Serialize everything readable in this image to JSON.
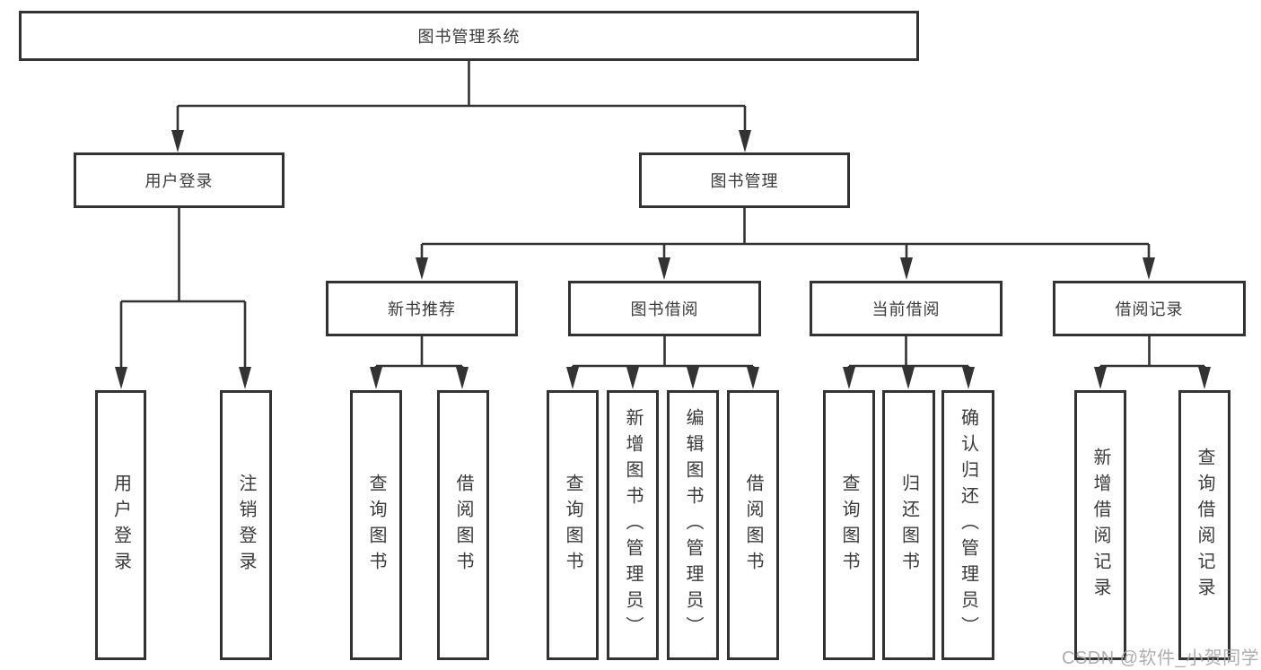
{
  "diagram_title": "图书管理系统",
  "nodes": {
    "root": "图书管理系统",
    "user_login": "用户登录",
    "book_management": "图书管理",
    "new_book_recommend": "新书推荐",
    "book_borrowing": "图书借阅",
    "current_borrowing": "当前借阅",
    "borrowing_records": "借阅记录",
    "leaf_user_login": "用户登录",
    "leaf_logout": "注销登录",
    "leaf_rec_query_books": "查询图书",
    "leaf_rec_borrow_books": "借阅图书",
    "leaf_bor_query_books": "查询图书",
    "leaf_bor_add_books": "新增图书（管理员）",
    "leaf_bor_edit_books": "编辑图书（管理员）",
    "leaf_bor_borrow_books": "借阅图书",
    "leaf_cur_query_books": "查询图书",
    "leaf_cur_return_books": "归还图书",
    "leaf_cur_confirm_return": "确认归还（管理员）",
    "leaf_rcd_add_record": "新增借阅记录",
    "leaf_rcd_query_record": "查询借阅记录"
  },
  "watermark": "CSDN @软件_小贺同学",
  "colors": {
    "line": "#333333",
    "text": "#3a3a3a",
    "background": "#ffffff",
    "watermark": "#a5a5a5"
  }
}
